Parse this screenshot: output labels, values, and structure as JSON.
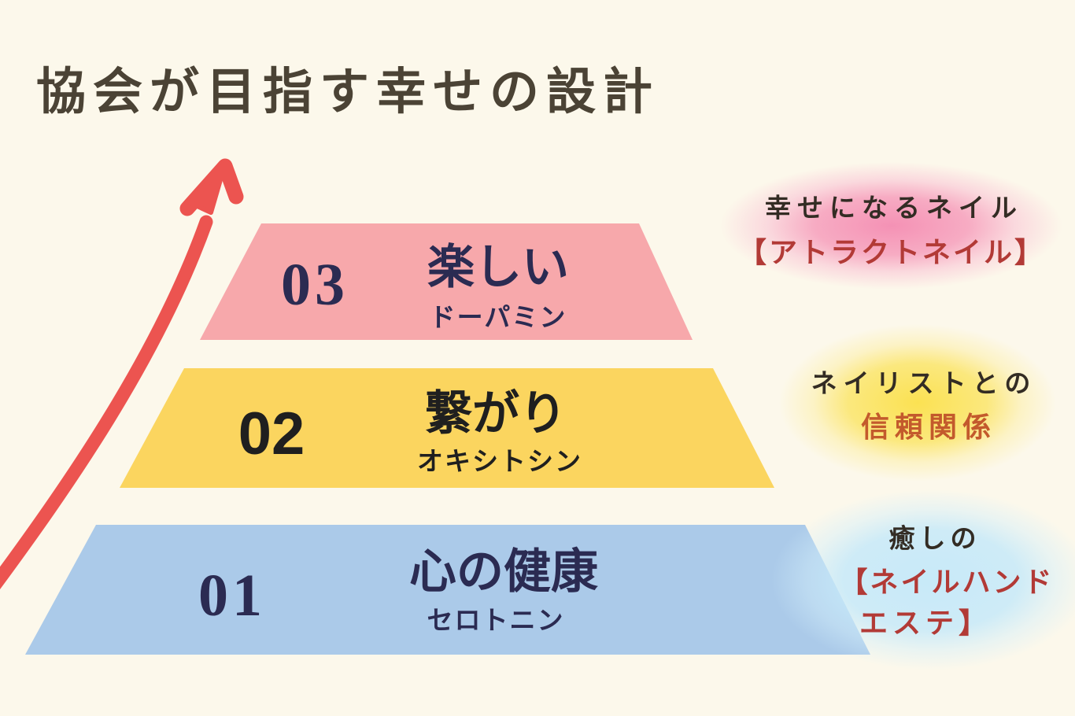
{
  "title": "協会が目指す幸せの設計",
  "pyramid": {
    "levels": [
      {
        "number": "03",
        "label": "楽しい",
        "sublabel": "ドーパミン",
        "fill": "#F7A8AB"
      },
      {
        "number": "02",
        "label": "繋がり",
        "sublabel": "オキシトシン",
        "fill": "#FBD55F"
      },
      {
        "number": "01",
        "label": "心の健康",
        "sublabel": "セロトニン",
        "fill": "#ABCAE9"
      }
    ]
  },
  "annotations": [
    {
      "line1": "幸せになるネイル",
      "line2": "【アトラクトネイル】",
      "blob_color": "#F48CB2"
    },
    {
      "line1": "ネイリストとの",
      "line2": "信頼関係",
      "blob_color": "#FBE04A"
    },
    {
      "line1": "癒しの",
      "line2": "【ネイルハンド",
      "line3": "エステ】",
      "blob_color": "#C6E9F9"
    }
  ],
  "colors": {
    "background": "#FCF8EB",
    "title_text": "#4B4335",
    "arrow": "#EC5450",
    "navy_text": "#2B2B52",
    "black_text": "#1F1F1F",
    "crimson_text": "#B23A36",
    "orange_text": "#C35A2C"
  }
}
